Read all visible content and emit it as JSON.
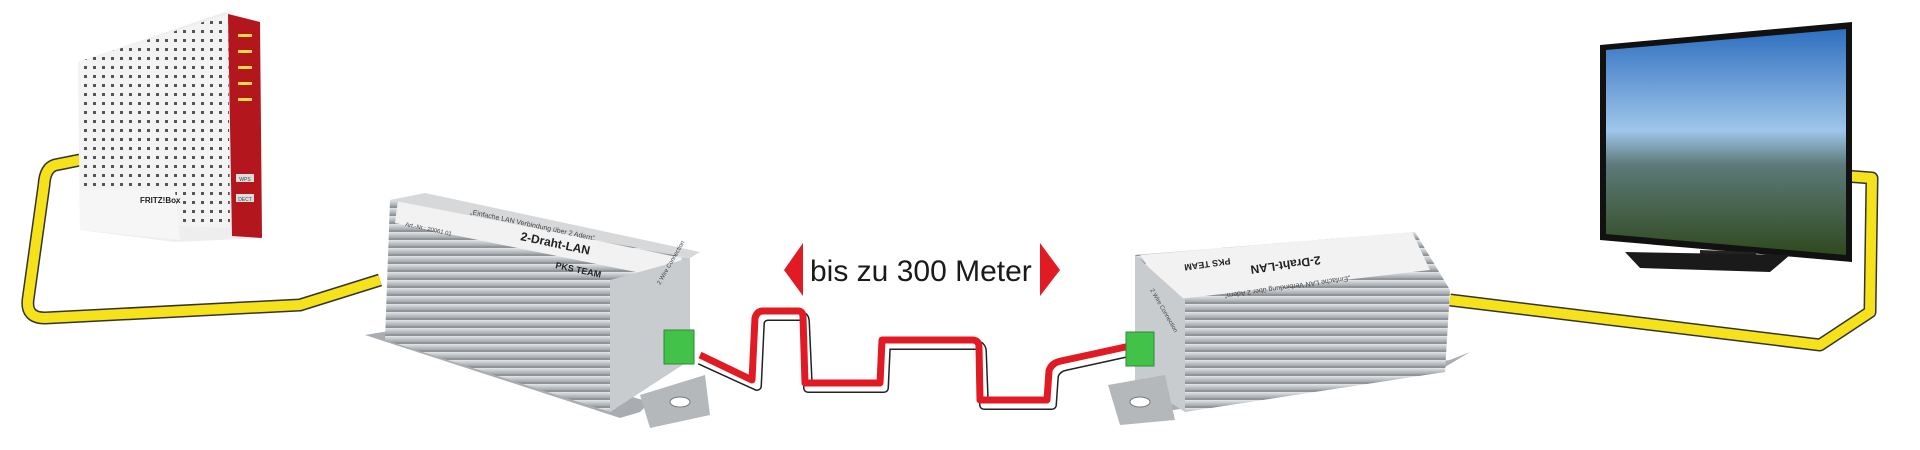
{
  "distance_label": "bis zu 300 Meter",
  "router": {
    "brand": "FRITZ!Box",
    "buttons": [
      "WPS",
      "DECT"
    ]
  },
  "adapter": {
    "title": "2-Draht-LAN",
    "slogan": "„Einfache LAN Verbindung über 2 Adern“",
    "brand": "PKS TEAM",
    "art_no": "Art.-Nr.: 20061 01",
    "port_label": "2 Wire Connection"
  },
  "colors": {
    "ethernet": "#f5e21a",
    "wire_red": "#e01b24",
    "arrow": "#e01b24",
    "router_red": "#b3171d"
  }
}
